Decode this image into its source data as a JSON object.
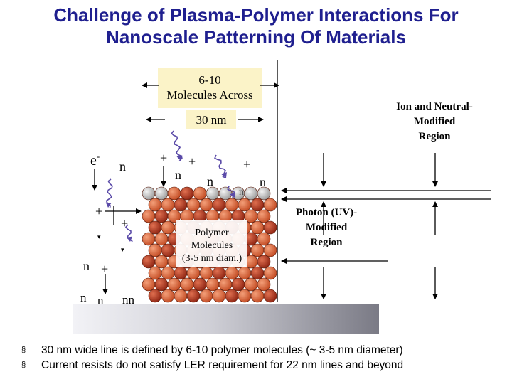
{
  "slide": {
    "title_line1": "Challenge of  Plasma-Polymer Interactions For",
    "title_line2": "Nanoscale Patterning Of Materials"
  },
  "diagram": {
    "molecules_across_line1": "6-10",
    "molecules_across_line2": "Molecules Across",
    "width_label": "30 nm",
    "ion_region_line1": "Ion and Neutral-",
    "ion_region_line2": "Modified",
    "ion_region_line3": "Region",
    "photon_region_line1": "Photon (UV)-",
    "photon_region_line2": "Modified",
    "photon_region_line3": "Region",
    "polymer_line1": "Polymer",
    "polymer_line2": "Molecules",
    "polymer_line3": "(3-5 nm diam.)",
    "species": {
      "electron": "e",
      "electron_sup": "-",
      "neutral": "n",
      "ion": "+",
      "neutral_pair": "nn"
    },
    "colors": {
      "title": "#1f1f8f",
      "molecule_orange": "#d8643a",
      "molecule_red": "#b83a22",
      "wave": "#5a4aa8",
      "substrate_dark": "#7a7a85",
      "substrate_light": "#f2f2f6",
      "label_highlight": "#fbf3c8"
    }
  },
  "bullets": [
    "30 nm wide line is defined by 6-10 polymer molecules (~ 3-5 nm diameter)",
    "Current resists do not satisfy LER requirement for 22 nm lines and beyond"
  ],
  "bullet_symbol": "§"
}
